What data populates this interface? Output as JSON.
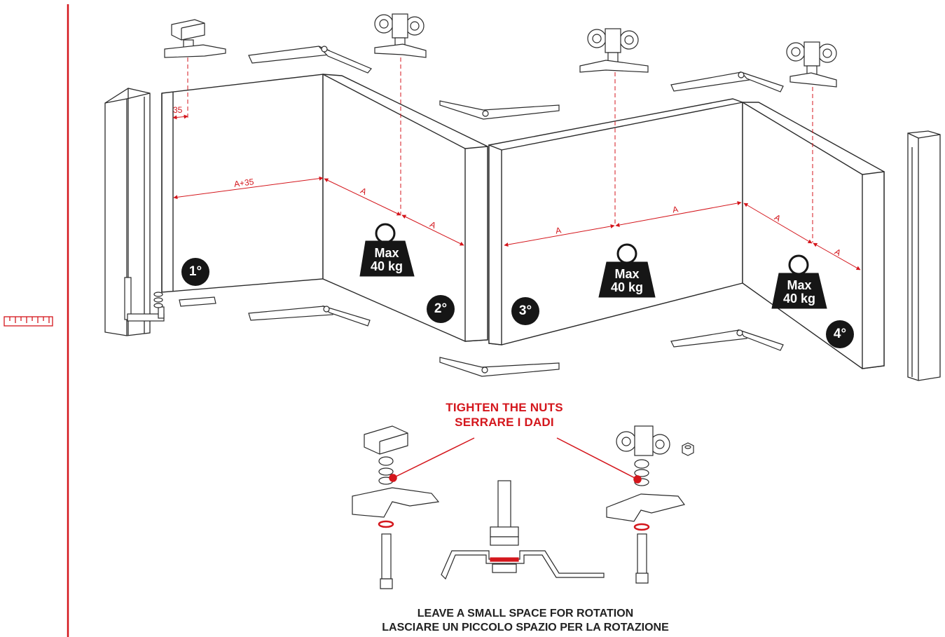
{
  "colors": {
    "accent_red": "#d4161c",
    "line_dark": "#2a2a2a",
    "badge_fill": "#161616"
  },
  "header": {
    "tighten_en": "TIGHTEN THE NUTS",
    "tighten_it": "SERRARE I DADI"
  },
  "footer": {
    "space_en": "LEAVE A SMALL SPACE FOR ROTATION",
    "space_it": "LASCIARE UN PICCOLO SPAZIO PER LA ROTAZIONE"
  },
  "panels": [
    {
      "badge": "1°"
    },
    {
      "badge": "2°"
    },
    {
      "badge": "3°"
    },
    {
      "badge": "4°"
    }
  ],
  "weights": [
    {
      "line1": "Max",
      "line2": "40 kg"
    },
    {
      "line1": "Max",
      "line2": "40 kg"
    },
    {
      "line1": "Max",
      "line2": "40 kg"
    }
  ],
  "dimensions": {
    "offset": "35",
    "first": "A+35",
    "segment": "A"
  },
  "icons": [
    "ruler-icon",
    "trolley-icon",
    "pivot-block-icon",
    "hinge-plate-icon",
    "bolt-icon",
    "nut-icon"
  ]
}
